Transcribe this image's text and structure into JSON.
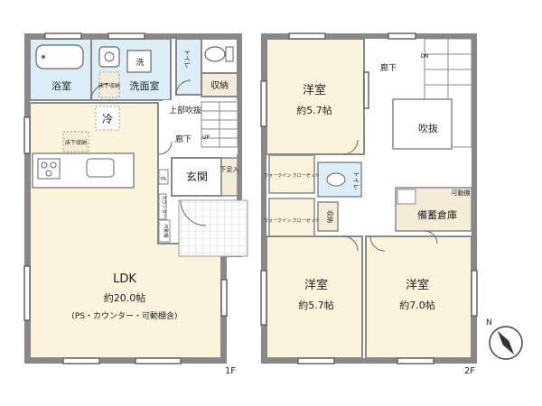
{
  "floor1": {
    "label": "1F",
    "rooms": {
      "bath": "浴室",
      "washroom": "洗面室",
      "wash_machine": "洗",
      "underfloor_storage_wash": "床下収納",
      "toilet": "トイレ",
      "storage": "収納",
      "stairwell_upper": "上部吹抜",
      "hallway": "廊下",
      "up_mark": "UP",
      "fridge": "冷",
      "underfloor_storage_kitchen": "床下収納",
      "ps": "PS",
      "counter": "カウンター",
      "entrance": "玄関",
      "shoe_bench": "下足入",
      "movable_shelf": "可動棚",
      "ldk_name": "LDK",
      "ldk_area": "約20.0帖",
      "ldk_note": "(PS・カウンター・可動棚含)"
    }
  },
  "floor2": {
    "label": "2F",
    "rooms": {
      "western_1_name": "洋室",
      "western_1_area": "約5.7帖",
      "hallway": "廊下",
      "dn_mark": "DN",
      "void": "吹抜",
      "walk_in_closet_1": "ウォークイン クローゼット",
      "toilet": "トイレ",
      "walk_in_closet_2": "ウォークイン クローゼット",
      "storage": "収納",
      "movable_shelf": "可動棚",
      "storehouse": "備蓄倉庫",
      "western_2_name": "洋室",
      "western_2_area": "約5.7帖",
      "western_3_name": "洋室",
      "western_3_area": "約7.0帖"
    }
  },
  "compass": {
    "north_label": "N",
    "icon": "compass-icon"
  },
  "colors": {
    "wall": "#8a8a8a",
    "wet_area": "#dceef7",
    "room": "#fbf3dc",
    "stair_hall": "#ffffff",
    "storage": "#f5ecd8"
  }
}
